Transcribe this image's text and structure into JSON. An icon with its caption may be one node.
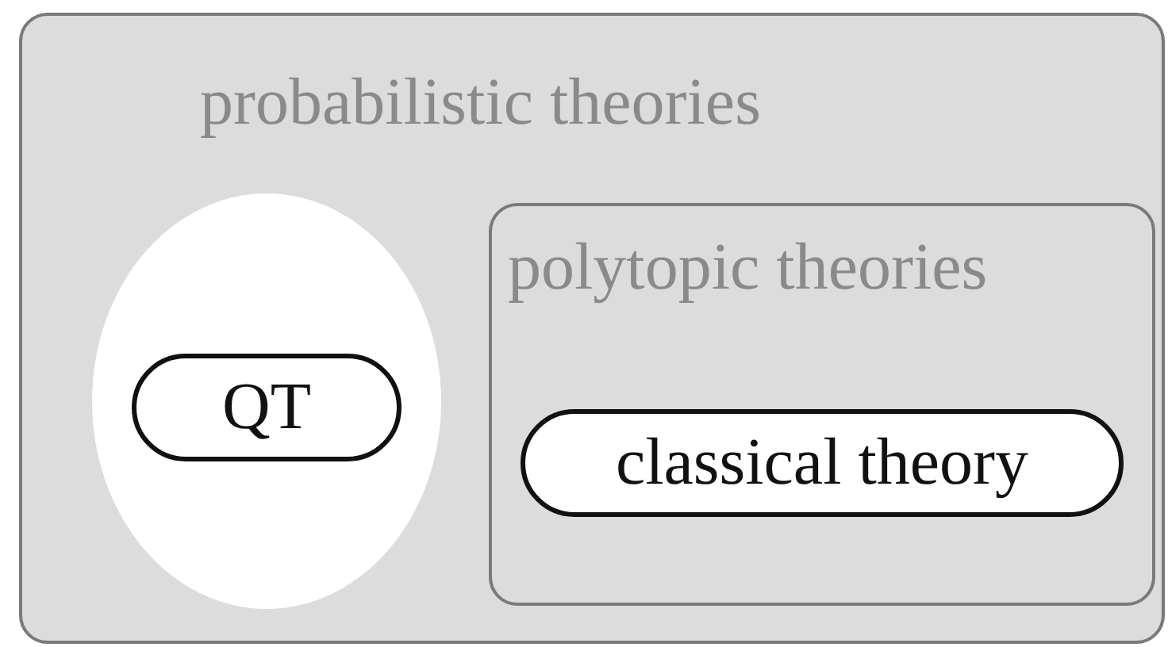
{
  "diagram": {
    "nodes": [
      {
        "text": [
          "probabilistic theories"
        ]
      },
      {
        "text": [],
        "shape": "ellipse",
        "in": 0
      },
      {
        "text": [
          "QT"
        ],
        "in": 1
      },
      {
        "text": [
          "polytopic theories"
        ],
        "in": 0
      },
      {
        "text": [
          "classical theory"
        ],
        "in": 3
      }
    ]
  }
}
